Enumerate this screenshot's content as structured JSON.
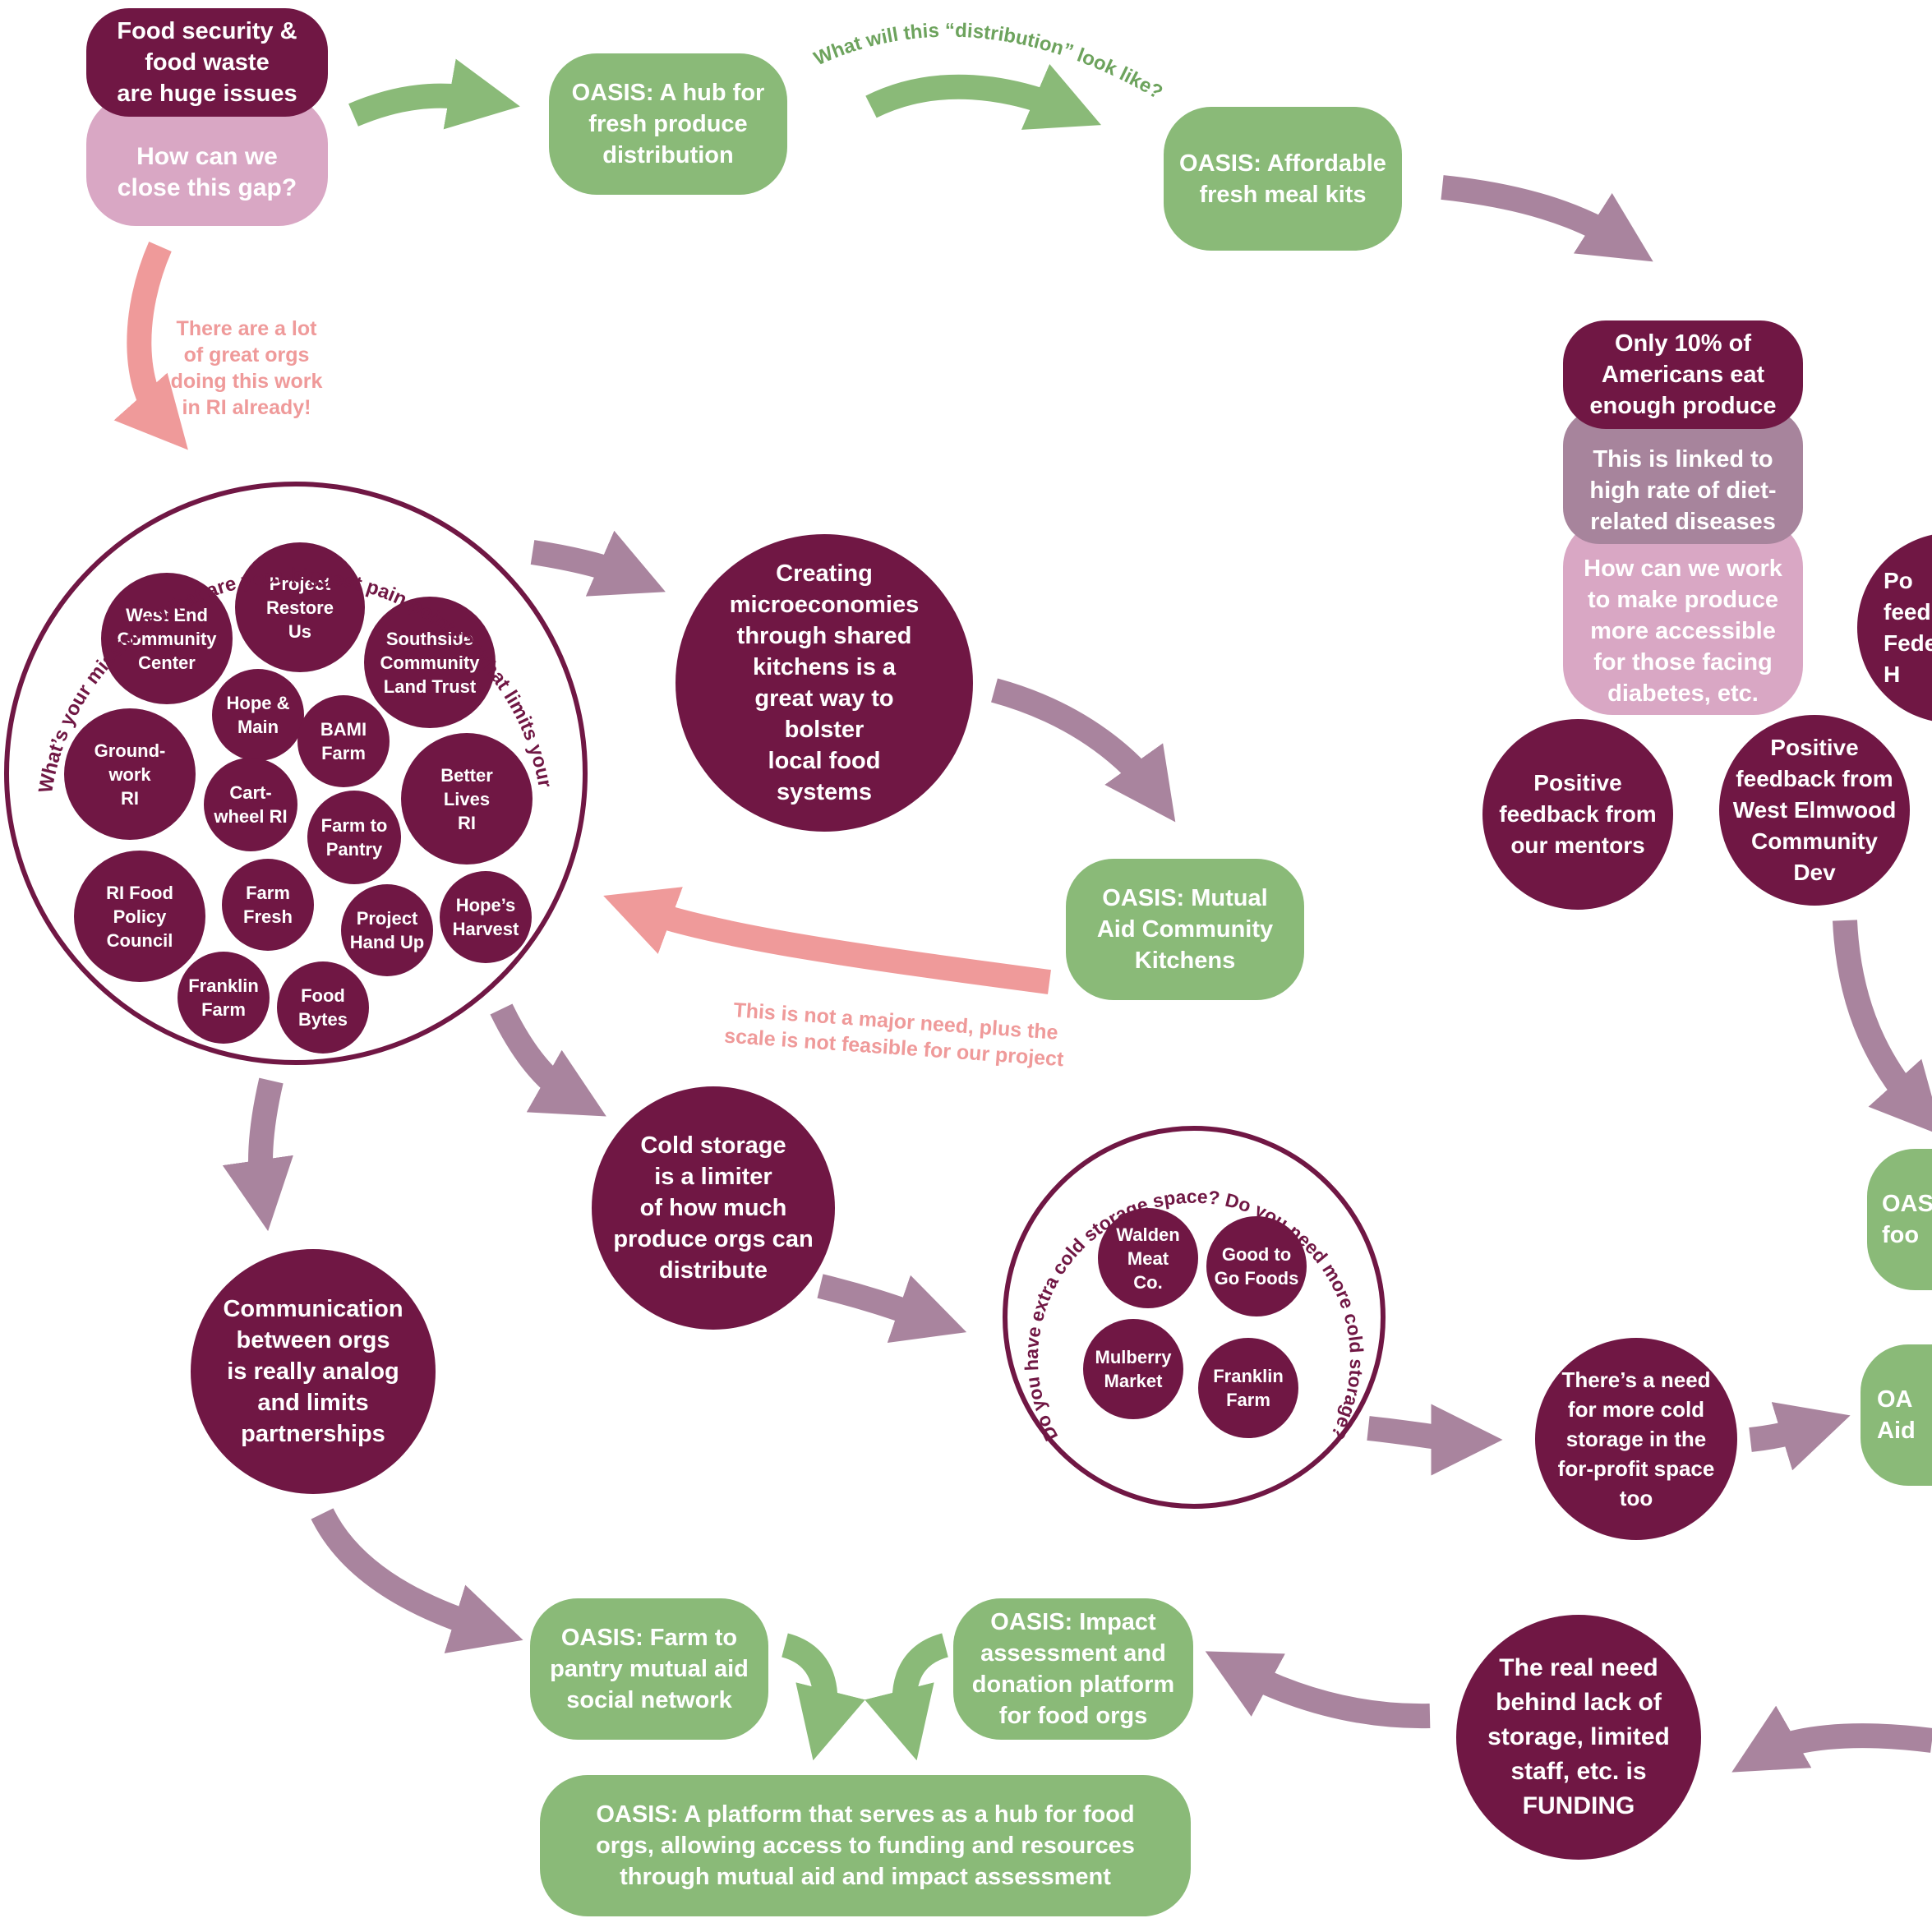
{
  "colors": {
    "maroon": "#701744",
    "green": "#8aba78",
    "mauve": "#a7849c",
    "pink": "#d9a7c4",
    "note_pink": "#ef9a9a",
    "note_green": "#6da35d",
    "arrow_purple": "#a9849e",
    "arrow_pink": "#ef9a9a",
    "arrow_green": "#8aba78"
  },
  "problem_stack": {
    "issue": "Food security &\nfood waste\nare huge issues",
    "question": "How can we\nclose this gap?"
  },
  "oasis": {
    "hub": "OASIS: A hub for\nfresh produce\ndistribution",
    "meal_kits": "OASIS: Affordable\nfresh meal kits",
    "kitchens": "OASIS: Mutual\nAid Community\nKitchens",
    "farm_pantry": "OASIS: Farm to\npantry mutual aid\nsocial network",
    "impact": "OASIS: Impact\nassessment and\ndonation platform\nfor food orgs",
    "platform": "OASIS: A platform that serves as a hub for food\norgs, allowing access to funding and resources\nthrough mutual aid and impact assessment",
    "right_partial_1": "OAS\nfoo",
    "right_partial_2": "OA\nAid"
  },
  "notes": {
    "distribution_question": "What will this “distribution” look like?",
    "great_orgs": "There are a lot\nof great orgs\ndoing this work\nin RI already!",
    "not_major_need": "This is not a major need, plus the\nscale is not feasible for our project"
  },
  "produce_stack": {
    "stat": "Only 10% of\nAmericans eat\nenough produce",
    "linked": "This is linked to\nhigh rate of diet-\nrelated diseases",
    "question": "How can we work\nto make produce\nmore accessible\nfor those facing\ndiabetes, etc."
  },
  "feedback": {
    "mentors": "Positive\nfeedback from\nour mentors",
    "west_elmwood": "Positive\nfeedback from\nWest Elmwood\nCommunity\nDev",
    "partial": "Po\nfeedb\nFede\nH"
  },
  "insights": {
    "microeconomies": "Creating\nmicroeconomies\nthrough shared\nkitchens is a\ngreat way to\nbolster\nlocal food\nsystems",
    "cold_storage": "Cold storage\nis a limiter\nof how much\nproduce orgs can\ndistribute",
    "communication": "Communication\nbetween orgs\nis really analog\nand limits\npartnerships",
    "cold_need": "There’s a need\nfor more cold\nstorage in the\nfor-profit space\ntoo",
    "funding": "The real need\nbehind lack of\nstorage, limited\nstaff, etc. is\nFUNDING"
  },
  "org_ring": {
    "questions": "What’s your mission? What are your biggest pain points? What limits your capacity?",
    "orgs": {
      "west_end": "West End\nCommunity\nCenter",
      "project_restore": "Project\nRestore\nUs",
      "southside": "Southside\nCommunity\nLand Trust",
      "hope_main": "Hope &\nMain",
      "bami": "BAMI\nFarm",
      "groundwork": "Ground-\nwork\nRI",
      "cartwheel": "Cart-\nwheel RI",
      "farm_to_pantry": "Farm to\nPantry",
      "better_lives": "Better\nLives\nRI",
      "ri_food_policy": "RI Food\nPolicy\nCouncil",
      "farm_fresh": "Farm\nFresh",
      "project_hand_up": "Project\nHand Up",
      "hopes_harvest": "Hope’s\nHarvest",
      "franklin_farm": "Franklin\nFarm",
      "food_bytes": "Food\nBytes"
    }
  },
  "storage_ring": {
    "questions": "Do you have extra cold storage space? Do you need more cold storage?",
    "orgs": {
      "walden": "Walden\nMeat\nCo.",
      "good_to_go": "Good to\nGo Foods",
      "mulberry": "Mulberry\nMarket",
      "franklin": "Franklin\nFarm"
    }
  }
}
